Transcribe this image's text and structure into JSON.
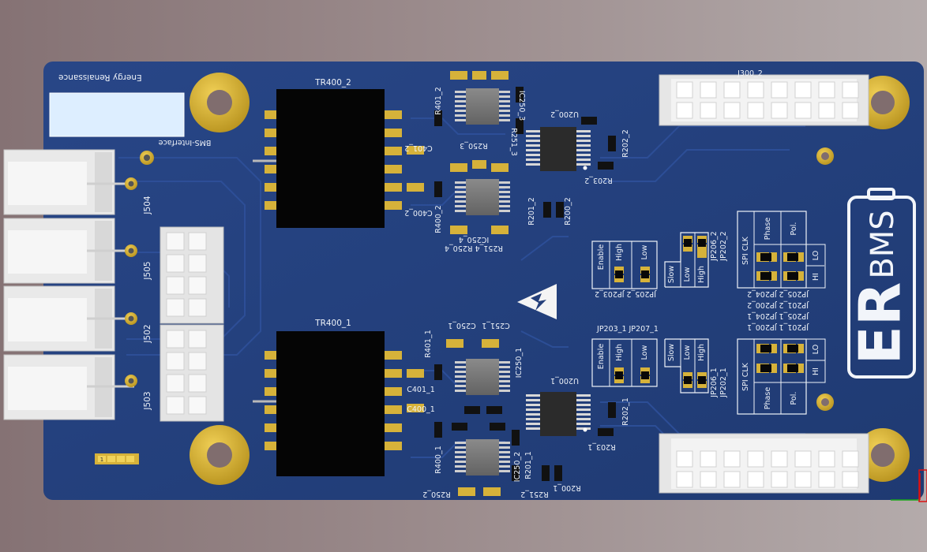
{
  "board": {
    "company": "Energy Renaissance",
    "interface_label": "BMS-Interface",
    "logo_er": "ER",
    "logo_bms": "BMS",
    "colors": {
      "pcb": "#243f7a",
      "pad_gold": "#d6b23a",
      "silkscreen": "#eef2f8",
      "component_black": "#050505",
      "ic_grey": "#7c7c7c",
      "connector_white": "#eaeaea"
    }
  },
  "connectors": {
    "j300": "J300_2",
    "j504": "J504",
    "j505": "J505",
    "j502": "J502",
    "j503": "J503"
  },
  "transformers": {
    "upper": "TR400_2",
    "lower": "TR400_1"
  },
  "upper_channel": {
    "r401": "R401_2",
    "ic250_3": "IC250_3",
    "r250_3": "R250_3",
    "r251_3": "R251_3",
    "c401": "C401_2",
    "c400": "C400_2",
    "r400": "R400_2",
    "r251_4": "R251_4",
    "r250_4": "R250_4",
    "ic250_4": "IC250_4",
    "u200": "U200_2",
    "r202": "R202_2",
    "r203": "R203_2",
    "r201": "R201_2",
    "r200": "R200_2"
  },
  "lower_channel": {
    "r401": "R401_1",
    "c250": "C250_1",
    "c251": "C251_1",
    "ic250": "IC250_1",
    "c401": "C401_1",
    "c400": "C400_1",
    "r400": "R400_1",
    "ic250_2": "IC250_2",
    "r201": "R201_1",
    "r251": "R251_2",
    "r250": "R250_2",
    "u200": "U200_1",
    "r202": "R202_1",
    "r203": "R203_1",
    "r200": "R200_1"
  },
  "jumpers": {
    "upper_enable_block": {
      "enable": "Enable",
      "high": "High",
      "low": "Low",
      "ref": "JP205_2 JP203_2"
    },
    "upper_speed_block": {
      "slow": "Slow",
      "low": "Low",
      "high": "High",
      "ref_a": "JP206_2",
      "ref_b": "JP202_2"
    },
    "upper_spi_block": {
      "spi_clk": "SPI CLK",
      "phase": "Phase",
      "pol": "Pol.",
      "lo": "LO",
      "hi": "HI"
    },
    "upper_refs": [
      "JP205_2 JP204_2",
      "JP201_2 JP200_2"
    ],
    "lower_refs": [
      "JP205_1 JP204_1",
      "JP201_1 JP200_1"
    ],
    "lower_enable_refs": "JP203_1  JP207_1",
    "lower_enable_block": {
      "enable": "Enable",
      "high": "High",
      "low": "Low"
    },
    "lower_speed_block": {
      "slow": "Slow",
      "low": "Low",
      "high": "High",
      "ref_a": "JP206_1",
      "ref_b": "JP202_1"
    },
    "lower_spi_block": {
      "spi_clk": "SPI CLK",
      "phase": "Phase",
      "pol": "Pol.",
      "lo": "LO",
      "hi": "HI"
    }
  },
  "misc": {
    "pin_marker": "1"
  }
}
